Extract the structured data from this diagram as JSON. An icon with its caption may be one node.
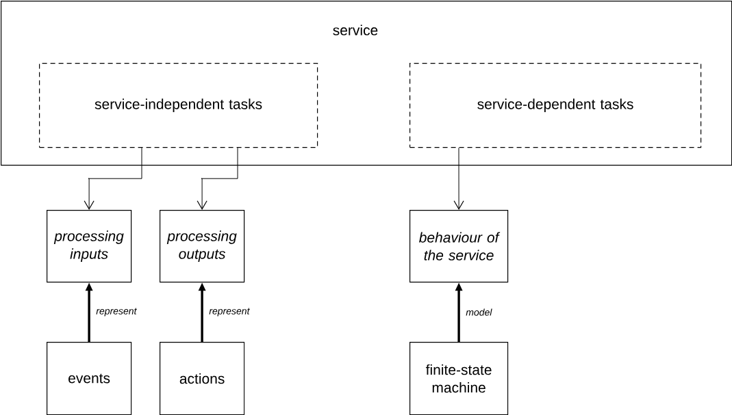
{
  "diagram": {
    "nodes": [
      {
        "text": [
          "service"
        ]
      },
      {
        "text": [
          "service-independent tasks"
        ],
        "in": 0
      },
      {
        "text": [
          "service-dependent tasks"
        ],
        "in": 0
      },
      {
        "text": [
          "processing inputs"
        ]
      },
      {
        "text": [
          "processing outputs"
        ]
      },
      {
        "text": [
          "behaviour of the service"
        ]
      },
      {
        "text": [
          "events"
        ]
      },
      {
        "text": [
          "actions"
        ]
      },
      {
        "text": [
          "finite-state machine"
        ]
      }
    ],
    "edges": [
      {
        "from": 1,
        "to": 3,
        "arrow": "to"
      },
      {
        "from": 1,
        "to": 4,
        "arrow": "to"
      },
      {
        "from": 2,
        "to": 5,
        "arrow": "to"
      },
      {
        "from": 6,
        "to": 3,
        "arrow": "to",
        "label": "represent",
        "style": "thick"
      },
      {
        "from": 7,
        "to": 4,
        "arrow": "to",
        "label": "represent",
        "style": "thick"
      },
      {
        "from": 8,
        "to": 5,
        "arrow": "to",
        "label": "model",
        "style": "thick"
      }
    ]
  }
}
